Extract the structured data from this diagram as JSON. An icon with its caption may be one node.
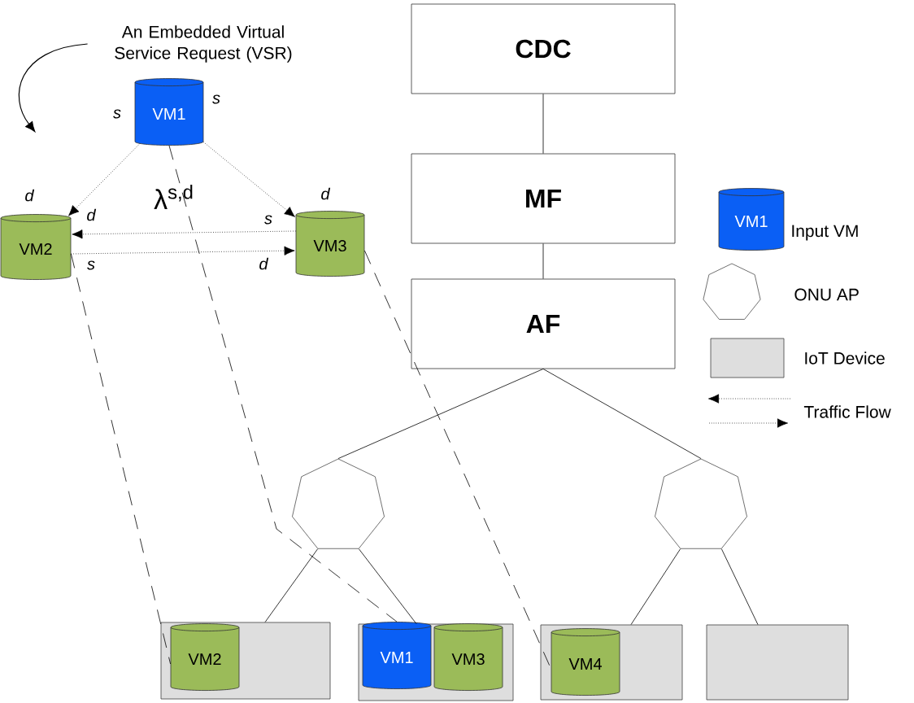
{
  "diagram": {
    "nodes": [
      {
        "text": [
          "CDC"
        ]
      },
      {
        "text": [
          "MF"
        ]
      },
      {
        "text": [
          "AF"
        ]
      },
      {
        "text": [],
        "shape": "heptagon"
      },
      {
        "text": [],
        "shape": "heptagon"
      },
      {
        "text": [],
        "shape": "box"
      },
      {
        "text": [],
        "shape": "box"
      },
      {
        "text": [],
        "shape": "box"
      },
      {
        "text": [],
        "shape": "box"
      },
      {
        "text": [
          "VM1"
        ]
      },
      {
        "text": [
          "VM2"
        ]
      },
      {
        "text": [
          "VM3"
        ]
      },
      {
        "text": [
          "VM2"
        ],
        "in": 5
      },
      {
        "text": [
          "VM1"
        ],
        "in": 6
      },
      {
        "text": [
          "VM3"
        ],
        "in": 6
      },
      {
        "text": [
          "VM4"
        ],
        "in": 7
      },
      {
        "text": [
          "An Embedded Virtual Service Request (VSR)"
        ]
      }
    ],
    "edges": [
      {
        "from": 0,
        "to": 1,
        "arrow": "none"
      },
      {
        "from": 1,
        "to": 2,
        "arrow": "none"
      },
      {
        "from": 2,
        "to": 3,
        "arrow": "none"
      },
      {
        "from": 2,
        "to": 4,
        "arrow": "none"
      },
      {
        "from": 3,
        "to": 5,
        "arrow": "none"
      },
      {
        "from": 3,
        "to": 6,
        "arrow": "none"
      },
      {
        "from": 4,
        "to": 7,
        "arrow": "none"
      },
      {
        "from": 4,
        "to": 8,
        "arrow": "none"
      },
      {
        "from": 9,
        "to": 10,
        "arrow": "to",
        "style": "dashed"
      },
      {
        "from": 9,
        "to": 11,
        "arrow": "to",
        "style": "dashed"
      },
      {
        "from": 11,
        "to": 10,
        "arrow": "to",
        "style": "dashed"
      },
      {
        "from": 10,
        "to": 11,
        "arrow": "to",
        "style": "dashed"
      },
      {
        "from": 10,
        "to": 12,
        "arrow": "none",
        "style": "dashed"
      },
      {
        "from": 9,
        "to": 13,
        "arrow": "none",
        "style": "dashed"
      },
      {
        "from": 11,
        "to": 15,
        "arrow": "none",
        "style": "dashed"
      },
      {
        "from": 16,
        "to": 10,
        "arrow": "to"
      }
    ],
    "labels": [
      "s",
      "s",
      "d",
      "λ$^{s,d}$",
      "d",
      "d",
      "s",
      "s",
      "d",
      "VM1"
    ],
    "legend": [
      {
        "text": "Input VM"
      },
      {
        "text": "ONU AP"
      },
      {
        "text": "IoT Device",
        "color": "#dedede"
      },
      {
        "text": "Traffic Flow"
      }
    ]
  }
}
